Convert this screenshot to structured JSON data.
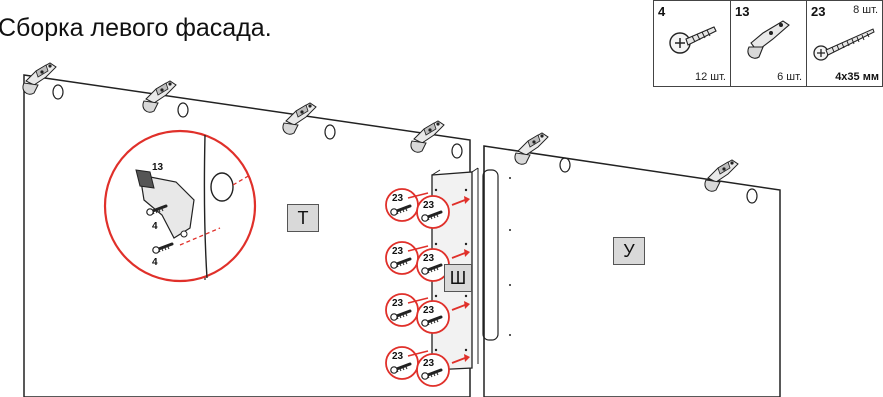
{
  "title": "Сборка левого фасада.",
  "panel_labels": {
    "left": "Т",
    "middle": "Ш",
    "right": "У"
  },
  "parts": [
    {
      "number": "4",
      "quantity": "12 шт."
    },
    {
      "number": "13",
      "quantity": "6 шт."
    },
    {
      "number": "23",
      "quantity": "8 шт.",
      "size": "4х35 мм"
    }
  ],
  "detail_callout": {
    "hinge_number": "13",
    "screw_number_top": "4",
    "screw_number_bottom": "4"
  },
  "screw_callout_number": "23",
  "colors": {
    "accent_red": "#e0302a",
    "line": "#222222",
    "label_fill": "#d9d9d9"
  }
}
